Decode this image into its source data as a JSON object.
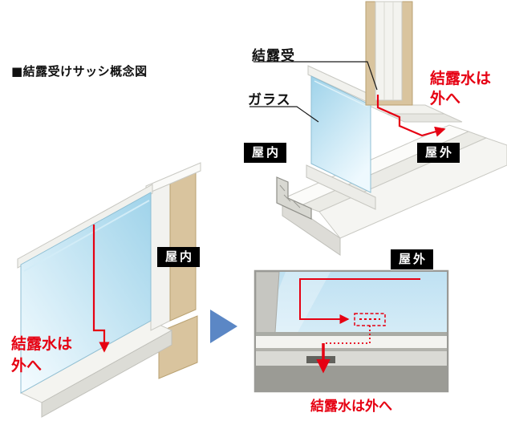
{
  "title": "■結露受けサッシ概念図",
  "colors": {
    "accent-red": "#e60012",
    "badge-bg": "#000000",
    "badge-text": "#ffffff",
    "frame-tan": "#d9c49e",
    "glass-blue": "#9fd3ea",
    "transition-blue": "#5b87c5"
  },
  "top_diagram": {
    "label_condensation_receiver": "結露受",
    "label_glass": "ガラス",
    "badge_indoor": "屋内",
    "badge_outdoor": "屋外",
    "flow_note": "結露水は\n外へ"
  },
  "bottom_left_diagram": {
    "badge_indoor": "屋内",
    "flow_note": "結露水は\n外へ"
  },
  "inset": {
    "badge_outdoor": "屋外",
    "caption": "結露水は外へ"
  }
}
